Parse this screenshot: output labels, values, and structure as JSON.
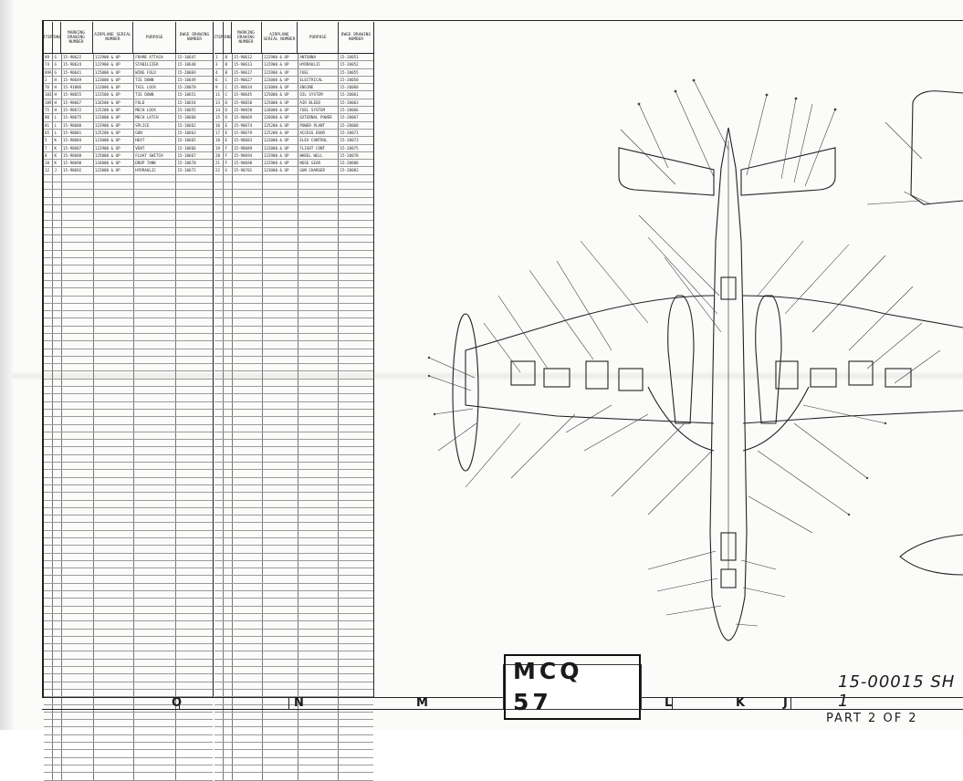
{
  "sheet": {
    "title_stamp": "MCQ 57",
    "sheet_number": "15-00015 SH 1",
    "part_label": "PART 2 OF 2",
    "zone_letters": [
      "O",
      "N",
      "M",
      "L",
      "K",
      "J"
    ]
  },
  "table": {
    "columns": [
      {
        "key": "item",
        "label": "ITEM"
      },
      {
        "key": "zone",
        "label": "ZONE"
      },
      {
        "key": "marking",
        "label": "MARKING DRAWING NUMBER"
      },
      {
        "key": "serial",
        "label": "AIRPLANE SERIAL NUMBER"
      },
      {
        "key": "purpose",
        "label": "PURPOSE"
      },
      {
        "key": "dwg",
        "label": "DWGE DRAWING NUMBER"
      }
    ],
    "left_rows": [
      {
        "item": "89",
        "zone": "G",
        "marking": "15-90622",
        "serial": "122900 & UP",
        "purpose": "FRAME ATTACH",
        "dwg": "15-10647"
      },
      {
        "item": "74",
        "zone": "G",
        "marking": "15-90624",
        "serial": "122900 & UP",
        "purpose": "STABILIZER",
        "dwg": "15-10648"
      },
      {
        "item": "89A",
        "zone": "G",
        "marking": "15-90641",
        "serial": "125000 & UP",
        "purpose": "WING FOLD",
        "dwg": "15-20069"
      },
      {
        "item": "2",
        "zone": "H",
        "marking": "15-90649",
        "serial": "123000 & UP",
        "purpose": "TIE DOWN",
        "dwg": "15-10649"
      },
      {
        "item": "76",
        "zone": "H",
        "marking": "15-91086",
        "serial": "122000 & UP",
        "purpose": "TAIL LOCK",
        "dwg": "15-20070"
      },
      {
        "item": "103",
        "zone": "H",
        "marking": "15-90655",
        "serial": "123500 & UP",
        "purpose": "TIE DOWN",
        "dwg": "15-10651"
      },
      {
        "item": "109",
        "zone": "H",
        "marking": "15-90667",
        "serial": "126500 & UP",
        "purpose": "FOLD",
        "dwg": "15-10654"
      },
      {
        "item": "75",
        "zone": "H",
        "marking": "15-90672",
        "serial": "125200 & UP",
        "purpose": "MECH LOCK",
        "dwg": "15-10655"
      },
      {
        "item": "80",
        "zone": "L",
        "marking": "15-90675",
        "serial": "122000 & UP",
        "purpose": "MECH LATCH",
        "dwg": "15-10660"
      },
      {
        "item": "81",
        "zone": "L",
        "marking": "15-90680",
        "serial": "123900 & UP",
        "purpose": "SPLICE",
        "dwg": "15-10662"
      },
      {
        "item": "65",
        "zone": "L",
        "marking": "15-90681",
        "serial": "125200 & UP",
        "purpose": "GUN",
        "dwg": "15-10663"
      },
      {
        "item": "5",
        "zone": "K",
        "marking": "15-90684",
        "serial": "123000 & UP",
        "purpose": "HEAT",
        "dwg": "15-10665"
      },
      {
        "item": "7",
        "zone": "K",
        "marking": "15-90687",
        "serial": "122900 & UP",
        "purpose": "VENT",
        "dwg": "15-10666"
      },
      {
        "item": "8",
        "zone": "K",
        "marking": "15-90688",
        "serial": "125000 & UP",
        "purpose": "FLOAT SWITCH",
        "dwg": "15-10667"
      },
      {
        "item": "10",
        "zone": "K",
        "marking": "15-90690",
        "serial": "126000 & UP",
        "purpose": "DROP TANK",
        "dwg": "15-10670"
      },
      {
        "item": "12",
        "zone": "J",
        "marking": "15-90692",
        "serial": "122000 & UP",
        "purpose": "HYDRAULIC",
        "dwg": "15-10672"
      }
    ],
    "right_rows": [
      {
        "item": "1",
        "zone": "B",
        "marking": "15-90612",
        "serial": "122900 & UP",
        "purpose": "ANTENNA",
        "dwg": "15-20051"
      },
      {
        "item": "3",
        "zone": "B",
        "marking": "15-90613",
        "serial": "122900 & UP",
        "purpose": "HYDRAULIC",
        "dwg": "15-20052"
      },
      {
        "item": "4",
        "zone": "B",
        "marking": "15-90617",
        "serial": "122900 & UP",
        "purpose": "FUEL",
        "dwg": "15-20055"
      },
      {
        "item": "6",
        "zone": "C",
        "marking": "15-90627",
        "serial": "123000 & UP",
        "purpose": "ELECTRICAL",
        "dwg": "15-20058"
      },
      {
        "item": "9",
        "zone": "C",
        "marking": "15-90634",
        "serial": "123000 & UP",
        "purpose": "ENGINE",
        "dwg": "15-20060"
      },
      {
        "item": "11",
        "zone": "C",
        "marking": "15-90645",
        "serial": "125000 & UP",
        "purpose": "OIL SYSTEM",
        "dwg": "15-20061"
      },
      {
        "item": "13",
        "zone": "D",
        "marking": "15-90650",
        "serial": "125000 & UP",
        "purpose": "AIR BLEED",
        "dwg": "15-20063"
      },
      {
        "item": "14",
        "zone": "D",
        "marking": "15-90658",
        "serial": "126000 & UP",
        "purpose": "FUEL SYSTEM",
        "dwg": "15-20066"
      },
      {
        "item": "15",
        "zone": "D",
        "marking": "15-90669",
        "serial": "126000 & UP",
        "purpose": "EXTERNAL POWER",
        "dwg": "15-20067"
      },
      {
        "item": "16",
        "zone": "E",
        "marking": "15-90674",
        "serial": "125200 & UP",
        "purpose": "POWER PLANT",
        "dwg": "15-20068"
      },
      {
        "item": "17",
        "zone": "E",
        "marking": "15-90679",
        "serial": "125200 & UP",
        "purpose": "ACCESS DOOR",
        "dwg": "15-20071"
      },
      {
        "item": "18",
        "zone": "E",
        "marking": "15-90683",
        "serial": "122000 & UP",
        "purpose": "ELEV CONTROL",
        "dwg": "15-20073"
      },
      {
        "item": "19",
        "zone": "F",
        "marking": "15-90689",
        "serial": "122000 & UP",
        "purpose": "FLIGHT CONT",
        "dwg": "15-20075"
      },
      {
        "item": "20",
        "zone": "F",
        "marking": "15-90694",
        "serial": "122900 & UP",
        "purpose": "WHEEL WELL",
        "dwg": "15-20078"
      },
      {
        "item": "21",
        "zone": "F",
        "marking": "15-90698",
        "serial": "122900 & UP",
        "purpose": "NOSE GEAR",
        "dwg": "15-20080"
      },
      {
        "item": "22",
        "zone": "G",
        "marking": "15-90701",
        "serial": "123000 & UP",
        "purpose": "GUN CHARGER",
        "dwg": "15-20082"
      }
    ]
  }
}
